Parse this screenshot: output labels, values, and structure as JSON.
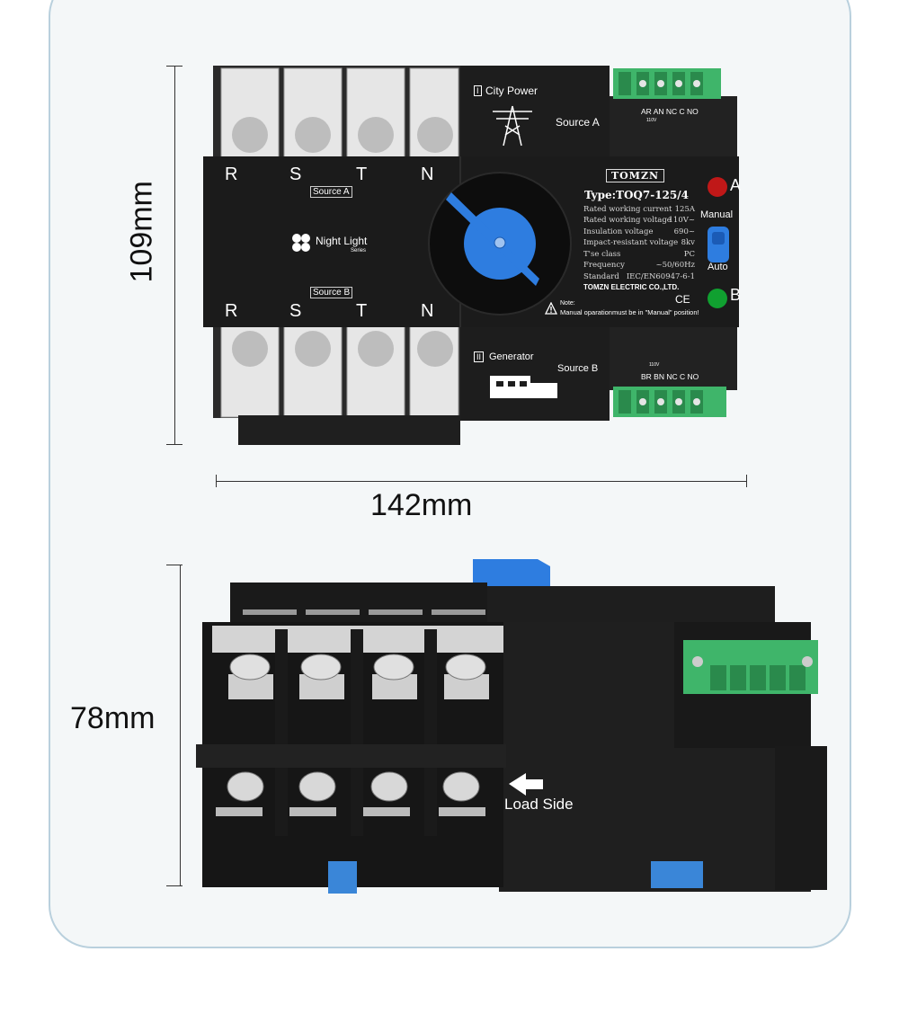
{
  "dimensions": {
    "height_top": "109mm",
    "width": "142mm",
    "height_side": "78mm"
  },
  "phases_top": [
    "R",
    "S",
    "T",
    "N"
  ],
  "phases_bottom": [
    "R",
    "S",
    "T",
    "N"
  ],
  "source_a_tag": "Source A",
  "source_b_tag": "Source B",
  "brand_series": {
    "name": "Night Light",
    "sub": "Series"
  },
  "city_power": {
    "numeral": "I",
    "label": "City Power",
    "source": "Source A"
  },
  "generator": {
    "numeral": "II",
    "label": "Generator",
    "source": "Source B"
  },
  "top_terminal": {
    "labels": "AR AN  NC  C  NO",
    "voltage": "110V"
  },
  "bottom_terminal": {
    "labels": "BR BN  NC  C  NO",
    "voltage": "110V"
  },
  "nameplate": {
    "brand": "TOMZN",
    "type": "Type:TOQ7-125/4",
    "specs": [
      {
        "k": "Rated working current",
        "v": "125A"
      },
      {
        "k": "Rated working voltage",
        "v": "110V~"
      },
      {
        "k": "Insulation voltage",
        "v": "690~"
      },
      {
        "k": "Impact-resistant voltage",
        "v": "8kv"
      },
      {
        "k": "T'se class",
        "v": "PC"
      },
      {
        "k": "Frequency",
        "v": "~50/60Hz"
      },
      {
        "k": "Standard",
        "v": "IEC/EN60947-6-1"
      }
    ],
    "company": "TOMZN ELECTRIC CO.,LTD.",
    "ce": "CE"
  },
  "note": {
    "title": "Note:",
    "text": "Manual oparationmust be in \"Manual\" position!"
  },
  "indicators": {
    "a": "A",
    "b": "B",
    "manual": "Manual",
    "auto": "Auto"
  },
  "colors": {
    "switch_blue": "#2e7de0",
    "terminal_green": "#3fb56a",
    "led_red": "#c01818",
    "led_green": "#10a030",
    "body_black": "#1b1b1b"
  },
  "load_side": "Load Side"
}
